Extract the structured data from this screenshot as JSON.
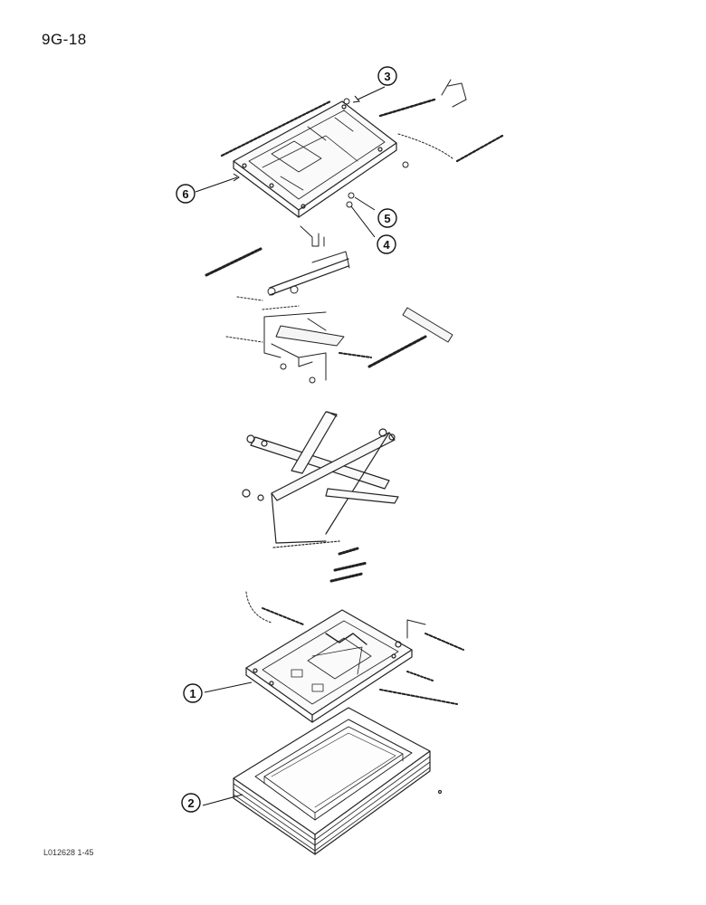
{
  "page": {
    "number": "9G-18",
    "figure_code": "L012628 1-45"
  },
  "callouts": [
    {
      "id": "callout-1",
      "label": "1"
    },
    {
      "id": "callout-2",
      "label": "2"
    },
    {
      "id": "callout-3",
      "label": "3"
    },
    {
      "id": "callout-4",
      "label": "4"
    },
    {
      "id": "callout-5",
      "label": "5"
    },
    {
      "id": "callout-6",
      "label": "6"
    }
  ]
}
